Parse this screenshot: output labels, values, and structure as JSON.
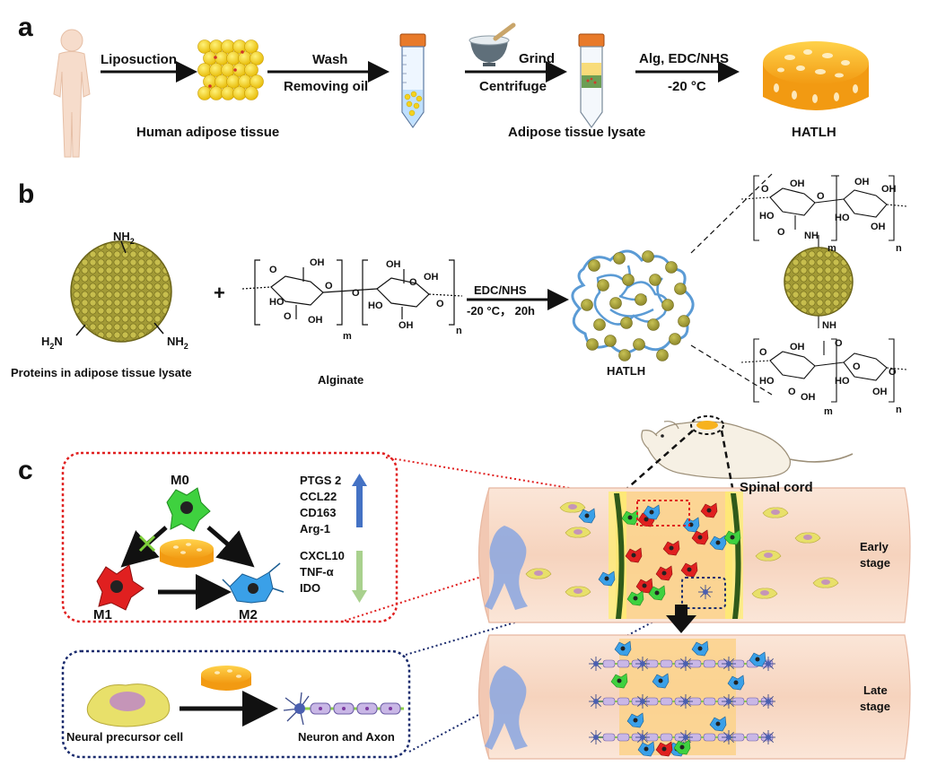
{
  "panel_a": {
    "letter": "a",
    "step1_label": "Liposuction",
    "tissue_label": "Human adipose tissue",
    "step2_top": "Wash",
    "step2_bottom": "Removing oil",
    "step3_top": "Grind",
    "step3_bottom": "Centrifuge",
    "lysate_label": "Adipose tissue lysate",
    "step4_top": "Alg, EDC/NHS",
    "step4_bottom": "-20 °C",
    "product_label": "HATLH"
  },
  "panel_b": {
    "letter": "b",
    "nh2_top": "NH",
    "nh2_left": "H",
    "nh2_left_n": "N",
    "nh2_right": "NH",
    "sub2": "2",
    "protein_label": "Proteins in adipose tissue lysate",
    "plus": "+",
    "alginate_label": "Alginate",
    "reaction_top": "EDC/NHS",
    "reaction_bottom": "-20 °C， 20h",
    "product_label": "HATLH",
    "chem": {
      "oh": "OH",
      "ho": "HO",
      "o": "O",
      "nh": "NH",
      "m": "m",
      "n": "n"
    }
  },
  "panel_c": {
    "letter": "c",
    "m0": "M0",
    "m1": "M1",
    "m2": "M2",
    "up_genes": [
      "PTGS 2",
      "CCL22",
      "CD163",
      "Arg-1"
    ],
    "down_genes": [
      "CXCL10",
      "TNF-α",
      "IDO"
    ],
    "precursor_label": "Neural precursor cell",
    "neuron_label": "Neuron and Axon",
    "spinal_label": "Spinal cord",
    "early_1": "Early",
    "early_2": "stage",
    "late_1": "Late",
    "late_2": "stage"
  },
  "colors": {
    "adipose_yellow": "#f4d21f",
    "hydrogel_orange": "#f7b21e",
    "protein_olive": "#a7a044",
    "alginate_blue": "#5b9bd5",
    "m0_green": "#3fd13f",
    "m1_red": "#e02020",
    "m2_blue": "#3aa0e8",
    "cord_pink": "#fbe3d2",
    "dashed_red": "#e02020",
    "dashed_navy": "#1a2b6d"
  }
}
